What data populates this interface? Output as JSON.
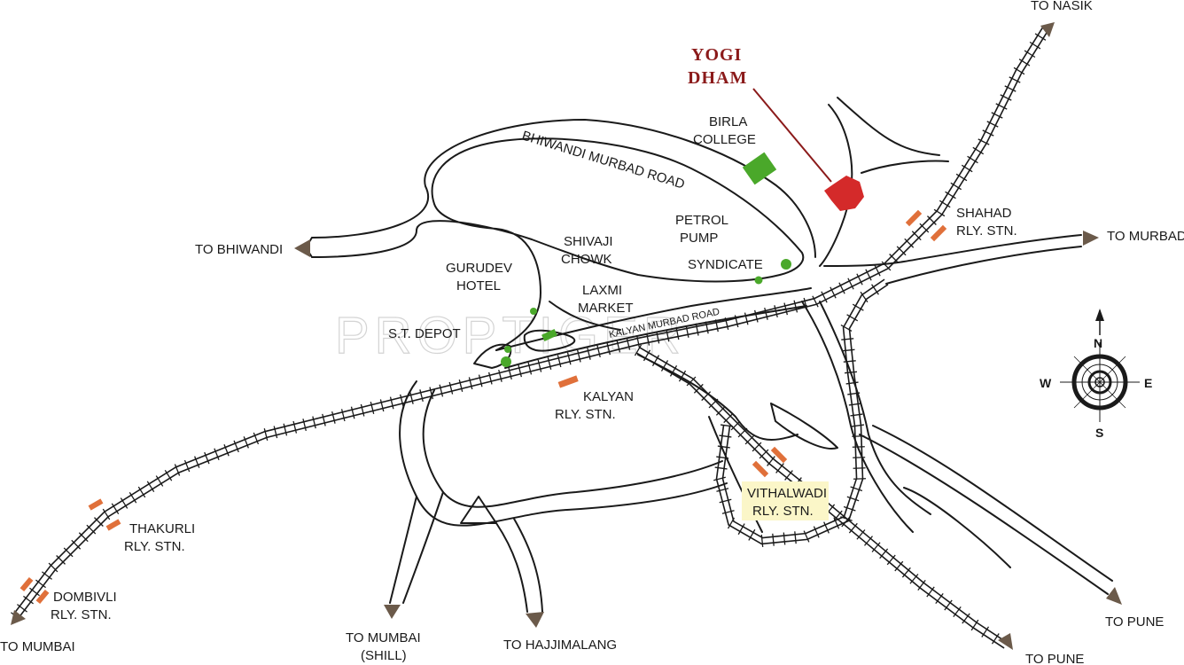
{
  "project": {
    "name_line1": "YOGI",
    "name_line2": "DHAM",
    "color": "#8b1a1a",
    "marker_color": "#d42a2a"
  },
  "watermark": "PROPTIGER",
  "roads": {
    "bhiwandi_murbad": "BHIWANDI MURBAD ROAD",
    "kalyan_murbad": "KALYAN MURBAD ROAD"
  },
  "destinations": {
    "nasik": "TO NASIK",
    "murbad": "TO MURBAD",
    "bhiwandi": "TO BHIWANDI",
    "mumbai_left": "TO MUMBAI",
    "mumbai_shill_1": "TO MUMBAI",
    "mumbai_shill_2": "(SHILL)",
    "hajjimalang": "TO HAJJIMALANG",
    "pune_mid": "TO PUNE",
    "pune_right": "TO PUNE"
  },
  "landmarks": {
    "birla_1": "BIRLA",
    "birla_2": "COLLEGE",
    "petrol_1": "PETROL",
    "petrol_2": "PUMP",
    "syndicate": "SYNDICATE",
    "shivaji_1": "SHIVAJI",
    "shivaji_2": "CHOWK",
    "gurudev_1": "GURUDEV",
    "gurudev_2": "HOTEL",
    "laxmi_1": "LAXMI",
    "laxmi_2": "MARKET",
    "st_depot": "S.T. DEPOT"
  },
  "stations": {
    "shahad_1": "SHAHAD",
    "shahad_2": "RLY. STN.",
    "kalyan_1": "KALYAN",
    "kalyan_2": "RLY. STN.",
    "vithalwadi_1": "VITHALWADI",
    "vithalwadi_2": "RLY. STN.",
    "thakurli_1": "THAKURLI",
    "thakurli_2": "RLY. STN.",
    "dombivli_1": "DOMBIVLI",
    "dombivli_2": "RLY. STN."
  },
  "compass": {
    "n": "N",
    "s": "S",
    "e": "E",
    "w": "W"
  },
  "colors": {
    "landmark_green": "#4aa82a",
    "station_orange": "#e0703a",
    "arrow_brown": "#6b5a4a",
    "highlight_yellow": "#fbf6c8"
  }
}
